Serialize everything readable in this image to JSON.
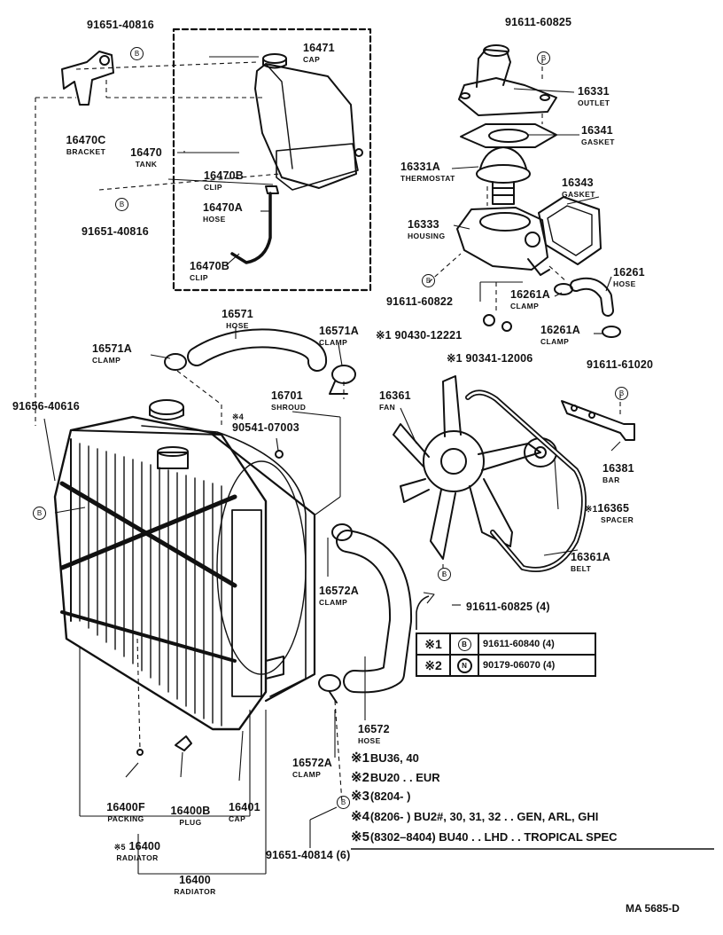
{
  "parts": {
    "bolt_91651_40816_top": "91651-40816",
    "bracket": {
      "no": "16470C",
      "name": "BRACKET"
    },
    "tank": {
      "no": "16470",
      "name": "TANK"
    },
    "cap_tank": {
      "no": "16471",
      "name": "CAP"
    },
    "clip_b_upper": {
      "no": "16470B",
      "name": "CLIP"
    },
    "hose_a": {
      "no": "16470A",
      "name": "HOSE"
    },
    "clip_b_lower": {
      "no": "16470B",
      "name": "CLIP"
    },
    "bolt_91651_40816_mid": "91651-40816",
    "bolt_91611_60825_top": "91611-60825",
    "outlet": {
      "no": "16331",
      "name": "OUTLET"
    },
    "gasket_outlet": {
      "no": "16341",
      "name": "GASKET"
    },
    "thermostat": {
      "no": "16331A",
      "name": "THERMOSTAT"
    },
    "gasket_housing": {
      "no": "16343",
      "name": "GASKET"
    },
    "housing": {
      "no": "16333",
      "name": "HOUSING"
    },
    "bolt_91611_60822": "91611-60822",
    "hose_16261": {
      "no": "16261",
      "name": "HOSE"
    },
    "clamp_16261a_upper": {
      "no": "16261A",
      "name": "CLAMP"
    },
    "clamp_16261a_lower": {
      "no": "16261A",
      "name": "CLAMP"
    },
    "hose_16571": {
      "no": "16571",
      "name": "HOSE"
    },
    "clamp_16571a_left": {
      "no": "16571A",
      "name": "CLAMP"
    },
    "clamp_16571a_right": {
      "no": "16571A",
      "name": "CLAMP"
    },
    "nut_90430": {
      "mark": "※1",
      "no": "90430-12221"
    },
    "washer_90341": {
      "mark": "※1",
      "no": "90341-12006"
    },
    "bolt_91611_61020": "91611-61020",
    "bolt_91656_40616": "91656-40616",
    "shroud": {
      "no": "16701",
      "name": "SHROUD"
    },
    "screw_90541": {
      "mark": "※4",
      "no": "90541-07003"
    },
    "fan": {
      "no": "16361",
      "name": "FAN"
    },
    "bar": {
      "no": "16381",
      "name": "BAR"
    },
    "spacer": {
      "mark": "※1",
      "no": "16365",
      "name": "SPACER"
    },
    "belt": {
      "no": "16361A",
      "name": "BELT"
    },
    "clamp_16572a_upper": {
      "no": "16572A",
      "name": "CLAMP"
    },
    "bolt_91611_60825_bottom": "91611-60825 (4)",
    "hose_16572": {
      "no": "16572",
      "name": "HOSE"
    },
    "clamp_16572a_lower": {
      "no": "16572A",
      "name": "CLAMP"
    },
    "packing": {
      "no": "16400F",
      "name": "PACKING"
    },
    "plug": {
      "no": "16400B",
      "name": "PLUG"
    },
    "cap_radiator": {
      "no": "16401",
      "name": "CAP"
    },
    "radiator_5": {
      "mark": "※5",
      "no": "16400",
      "name": "RADIATOR"
    },
    "radiator": {
      "no": "16400",
      "name": "RADIATOR"
    },
    "bolt_91651_40814": "91651-40814 (6)"
  },
  "legend_table": [
    {
      "mark": "※1",
      "symbol": "B",
      "part": "91611-60840 (4)"
    },
    {
      "mark": "※2",
      "symbol": "N",
      "part": "90179-06070 (4)"
    }
  ],
  "notes": [
    {
      "mark": "※1",
      "text": "BU36, 40"
    },
    {
      "mark": "※2",
      "text": "BU20 . . EUR"
    },
    {
      "mark": "※3",
      "text": "(8204-          )"
    },
    {
      "mark": "※4",
      "text": "(8206-          ) BU2#, 30, 31, 32 . . GEN, ARL, GHI"
    },
    {
      "mark": "※5",
      "text": "(8302–8404) BU40 . . LHD . . TROPICAL SPEC"
    }
  ],
  "bolt_symbol": "B",
  "footer_code": "MA 5685-D"
}
